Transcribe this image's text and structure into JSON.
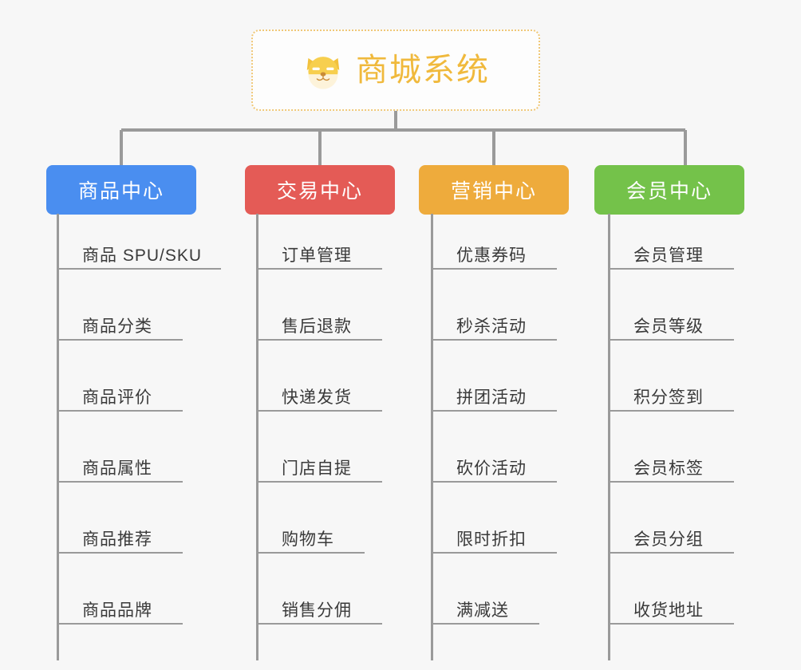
{
  "diagram": {
    "type": "mindmap",
    "background_color": "#f7f7f7",
    "root": {
      "title": "商城系统",
      "icon": "shiba-dog-emoji",
      "text_color": "#f0b93c",
      "border_color": "#f0c878",
      "border_style": "dotted"
    },
    "connector_color": "#9a9a9a",
    "branches": [
      {
        "label": "商品中心",
        "color": "#4a8ef0",
        "items": [
          "商品 SPU/SKU",
          "商品分类",
          "商品评价",
          "商品属性",
          "商品推荐",
          "商品品牌"
        ]
      },
      {
        "label": "交易中心",
        "color": "#e45b56",
        "items": [
          "订单管理",
          "售后退款",
          "快递发货",
          "门店自提",
          "购物车",
          "销售分佣"
        ]
      },
      {
        "label": "营销中心",
        "color": "#eeab3c",
        "items": [
          "优惠券码",
          "秒杀活动",
          "拼团活动",
          "砍价活动",
          "限时折扣",
          "满减送"
        ]
      },
      {
        "label": "会员中心",
        "color": "#74c24a",
        "items": [
          "会员管理",
          "会员等级",
          "积分签到",
          "会员标签",
          "会员分组",
          "收货地址"
        ]
      }
    ]
  }
}
